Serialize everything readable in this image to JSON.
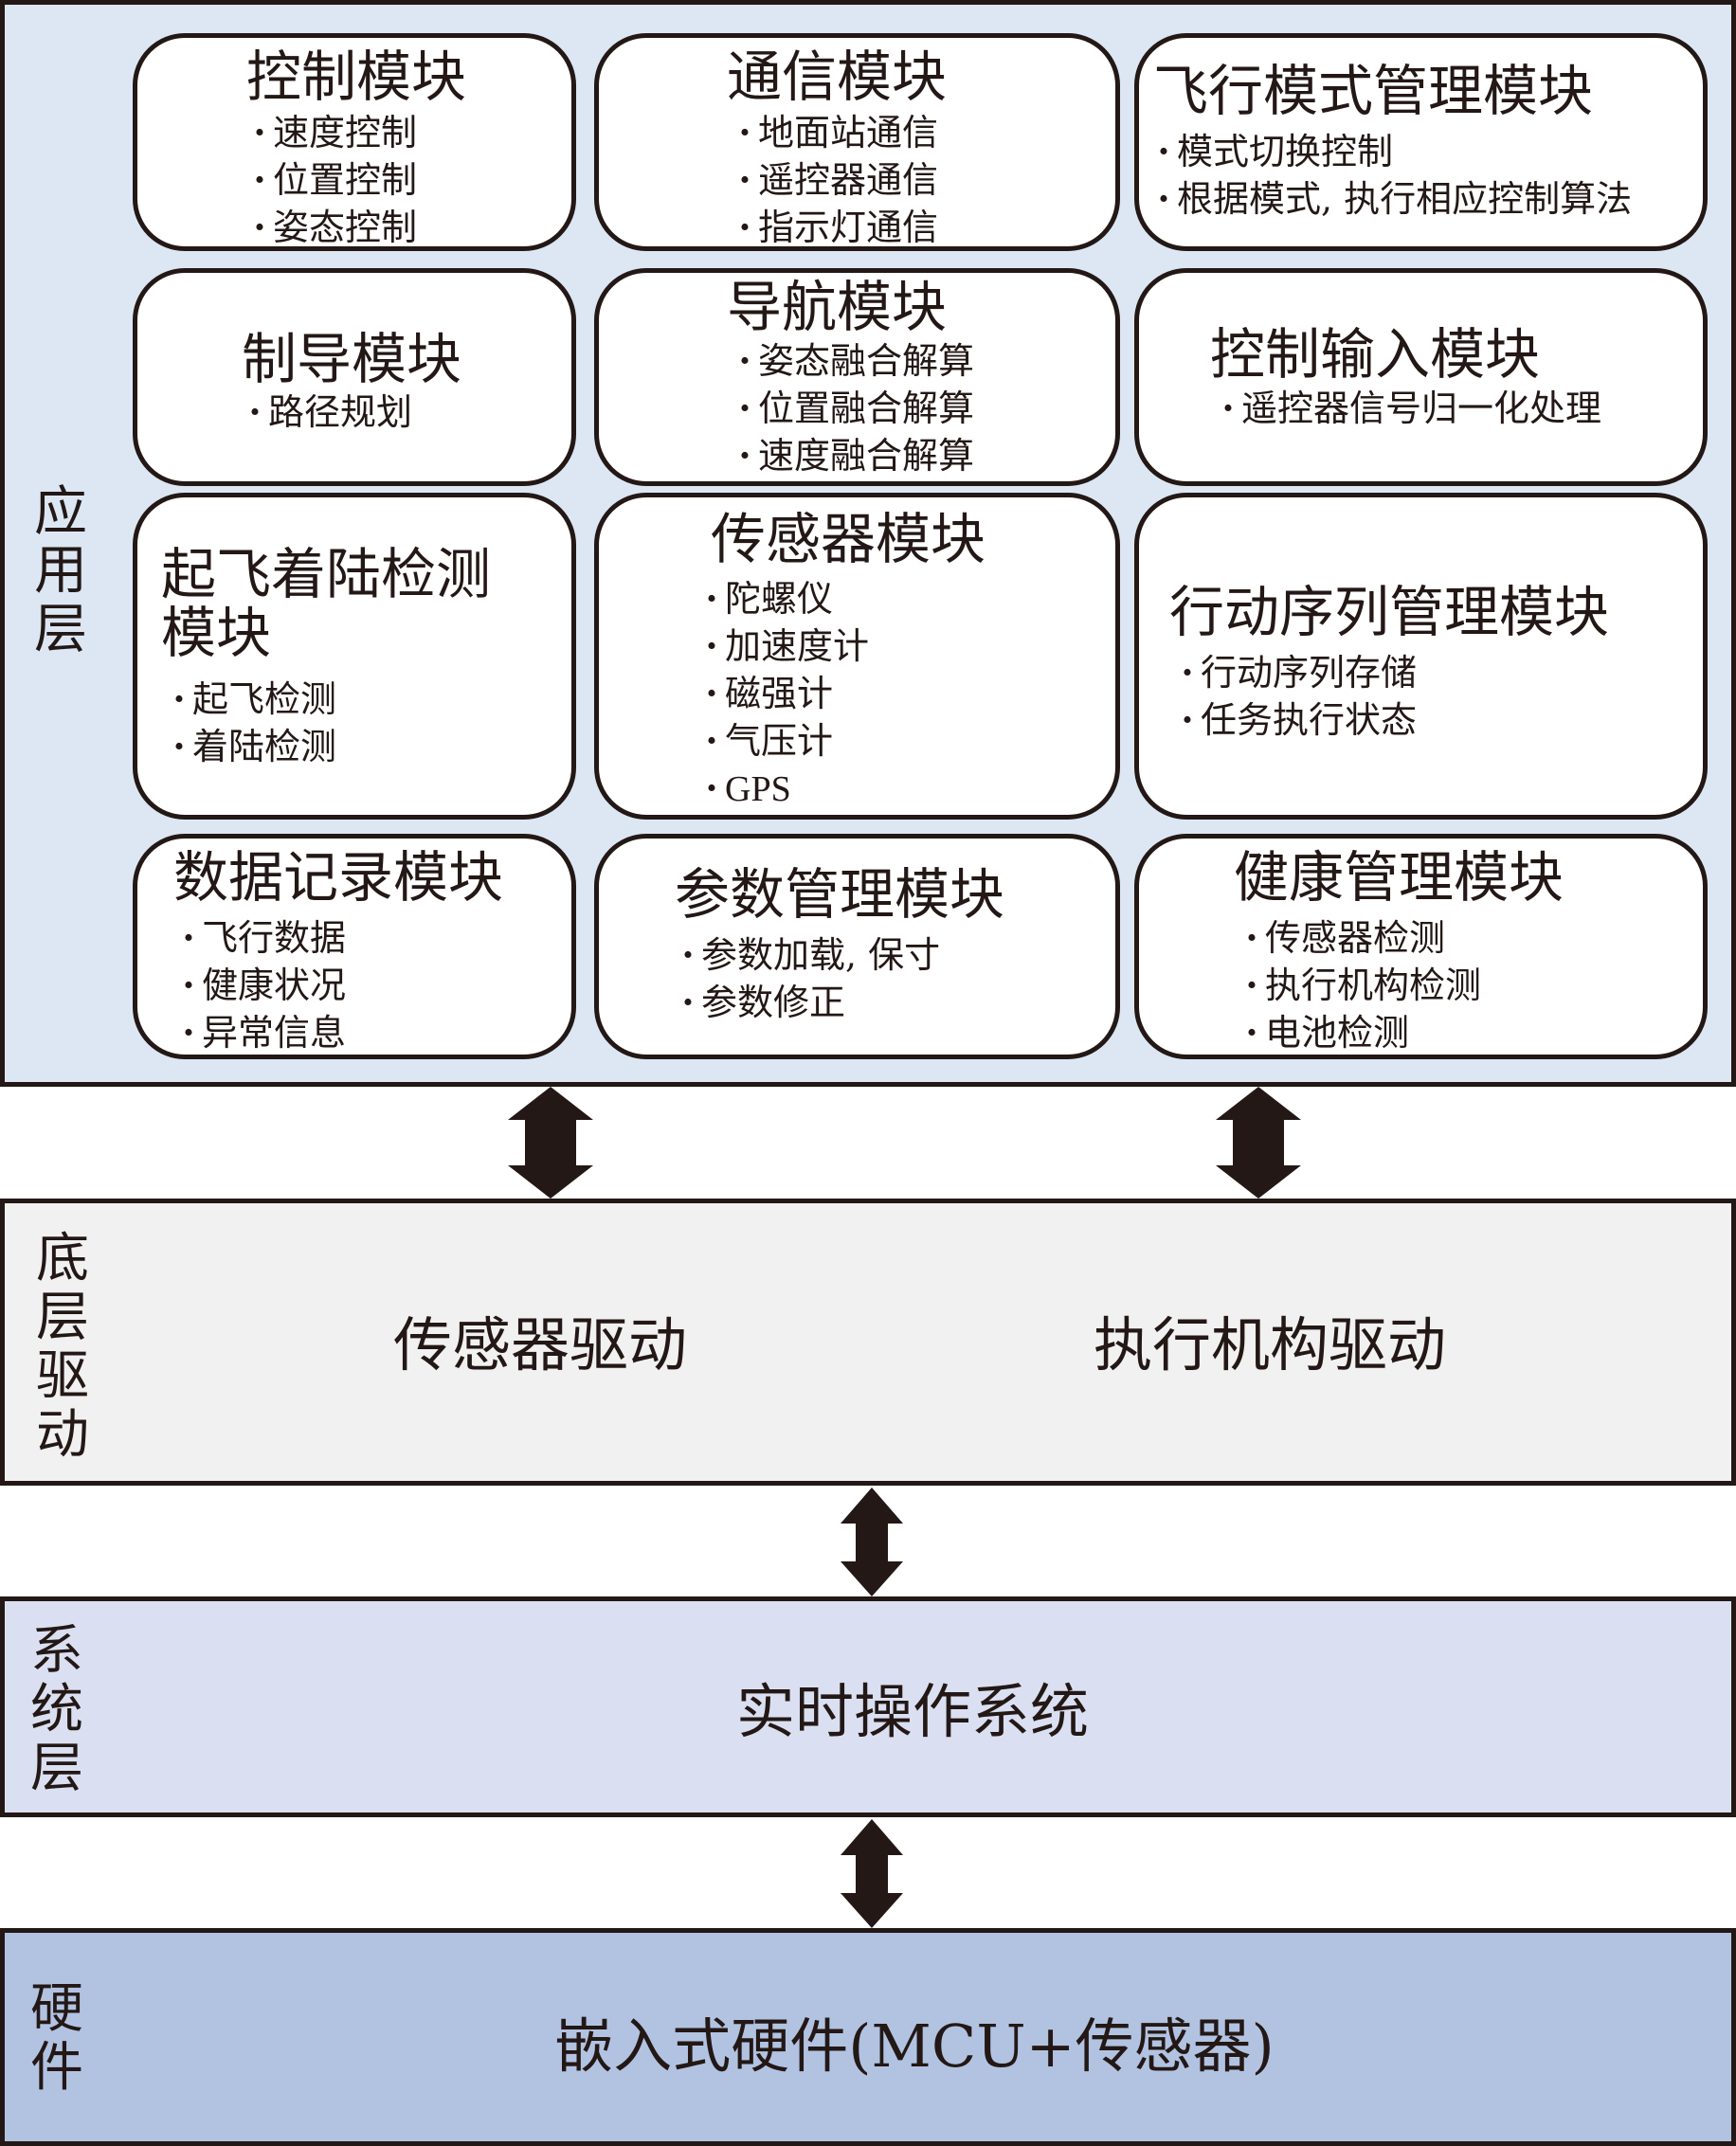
{
  "layers": {
    "application": {
      "label": [
        "应",
        "用",
        "层"
      ],
      "modules": [
        {
          "title": "控制模块",
          "items": [
            "速度控制",
            "位置控制",
            "姿态控制"
          ]
        },
        {
          "title": "通信模块",
          "items": [
            "地面站通信",
            "遥控器通信",
            "指示灯通信"
          ]
        },
        {
          "title": "飞行模式管理模块",
          "items": [
            "模式切换控制",
            "根据模式, 执行相应控制算法"
          ]
        },
        {
          "title": "制导模块",
          "items": [
            "路径规划"
          ]
        },
        {
          "title": "导航模块",
          "items": [
            "姿态融合解算",
            "位置融合解算",
            "速度融合解算"
          ]
        },
        {
          "title": "控制输入模块",
          "items": [
            "遥控器信号归一化处理"
          ]
        },
        {
          "title": "起飞着陆检测模块",
          "title_lines": [
            "起飞着陆检测",
            "模块"
          ],
          "items": [
            "起飞检测",
            "着陆检测"
          ]
        },
        {
          "title": "传感器模块",
          "items": [
            "陀螺仪",
            "加速度计",
            "磁强计",
            "气压计",
            "GPS"
          ]
        },
        {
          "title": "行动序列管理模块",
          "items": [
            "行动序列存储",
            "任务执行状态"
          ]
        },
        {
          "title": "数据记录模块",
          "items": [
            "飞行数据",
            "健康状况",
            "异常信息"
          ]
        },
        {
          "title": "参数管理模块",
          "items": [
            "参数加载, 保寸",
            "参数修正"
          ]
        },
        {
          "title": "健康管理模块",
          "items": [
            "传感器检测",
            "执行机构检测",
            "电池检测"
          ]
        }
      ]
    },
    "driver": {
      "label": [
        "底",
        "层",
        "驱",
        "动"
      ],
      "items": [
        "传感器驱动",
        "执行机构驱动"
      ]
    },
    "system": {
      "label": [
        "系",
        "统",
        "层"
      ],
      "content": "实时操作系统"
    },
    "hardware": {
      "label": [
        "硬",
        "件"
      ],
      "content": "嵌入式硬件(MCU+传感器)"
    }
  },
  "bullet": "·",
  "colors": {
    "application_bg": "#dce7f3",
    "driver_bg": "#f1f1f1",
    "system_bg": "#dae0f2",
    "hardware_bg": "#b2c3e2",
    "stroke": "#231815"
  }
}
